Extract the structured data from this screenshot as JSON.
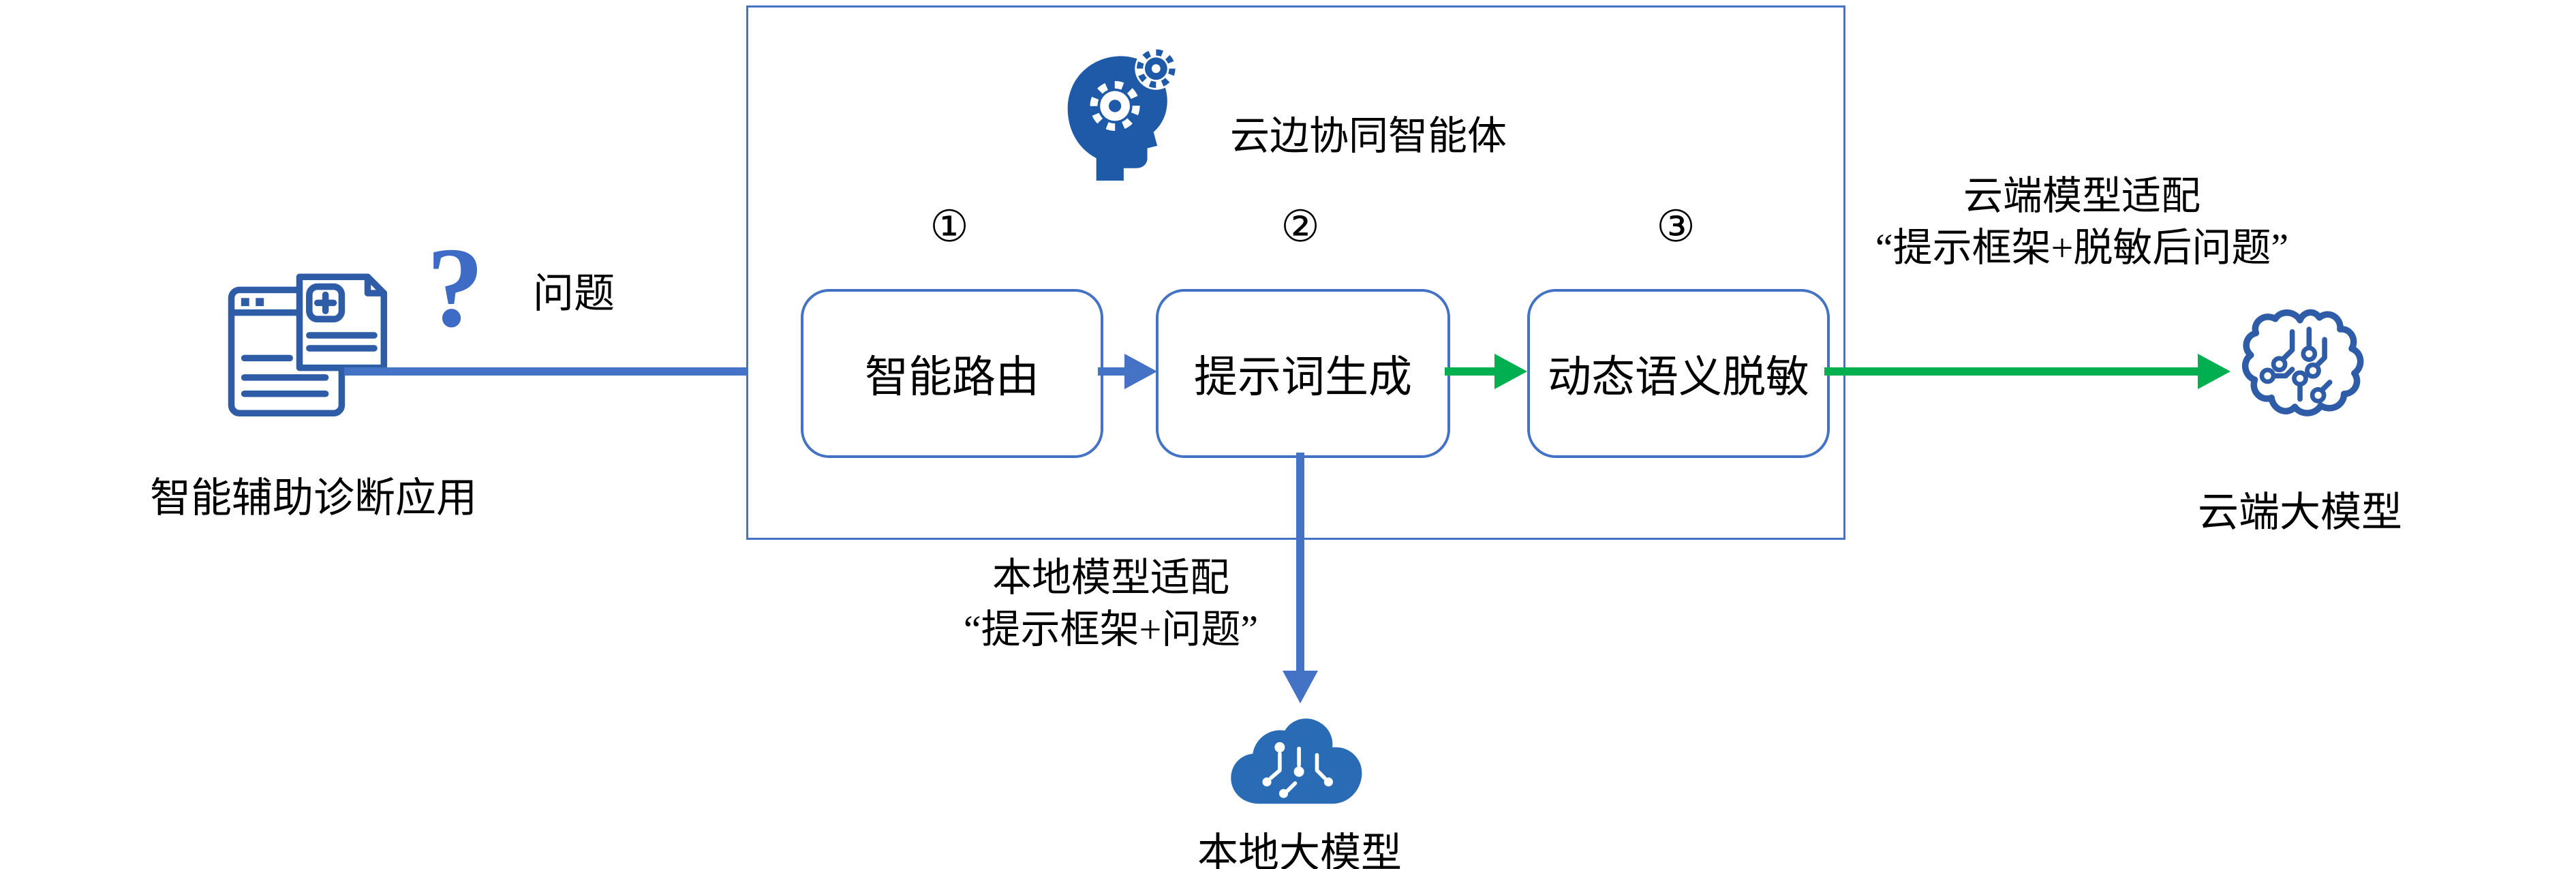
{
  "app": {
    "label": "智能辅助诊断应用",
    "question_mark": "?",
    "question_label": "问题"
  },
  "agent": {
    "title": "云边协同智能体",
    "steps": [
      {
        "number": "①",
        "label": "智能路由"
      },
      {
        "number": "②",
        "label": "提示词生成"
      },
      {
        "number": "③",
        "label": "动态语义脱敏"
      }
    ]
  },
  "cloud_branch": {
    "caption_line1": "云端模型适配",
    "caption_line2": "“提示框架+脱敏后问题”",
    "model_label": "云端大模型"
  },
  "local_branch": {
    "caption_line1": "本地模型适配",
    "caption_line2": "“提示框架+问题”",
    "model_label": "本地大模型"
  },
  "colors": {
    "arrow_blue": "#4472C4",
    "arrow_green": "#00B050",
    "box_border_blue": "#4472C4",
    "icon_fill_blue": "#1E5AA8",
    "icon_outline_blue": "#2E5CA6",
    "cloud_fill_blue": "#2A6BB5",
    "text": "#000000",
    "background": "#FFFFFF"
  },
  "icons": {
    "app": "medical-app-window-icon",
    "question": "question-mark-icon",
    "agent": "head-with-gears-icon",
    "cloud_model": "brain-circuit-icon",
    "local_model": "cloud-circuit-icon"
  }
}
